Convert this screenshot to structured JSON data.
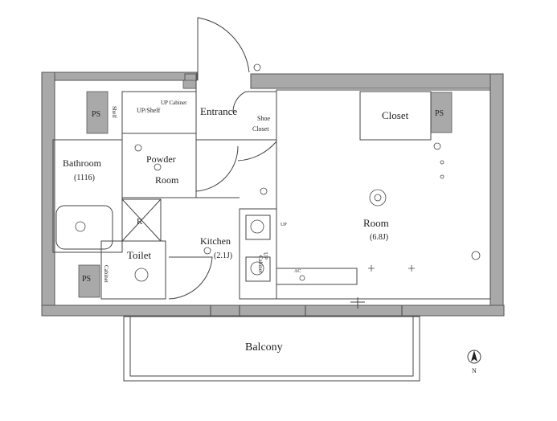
{
  "rooms": {
    "entrance": "Entrance",
    "shoe_closet_1": "Shoe",
    "shoe_closet_2": "Closet",
    "closet": "Closet",
    "bathroom": "Bathroom",
    "bathroom_size": "(1116)",
    "powder_room_1": "Powder",
    "powder_room_2": "Room",
    "kitchen": "Kitchen",
    "kitchen_size": "(2.1J)",
    "room": "Room",
    "room_size": "(6.8J)",
    "toilet": "Toilet",
    "balcony": "Balcony",
    "refrigerator": "R"
  },
  "fixtures": {
    "ps": "PS",
    "shelf": "Shelf",
    "up_shelf": "UP/Shelf",
    "up_cabinet": "UP Cabinet",
    "up_cabinet_small": "UP",
    "cabinet": "Cabinet",
    "ac": "AC",
    "up": "UP"
  },
  "compass": {
    "north": "N"
  },
  "colors": {
    "wall": "#a9a9a9",
    "line": "#444444",
    "background": "#ffffff"
  }
}
